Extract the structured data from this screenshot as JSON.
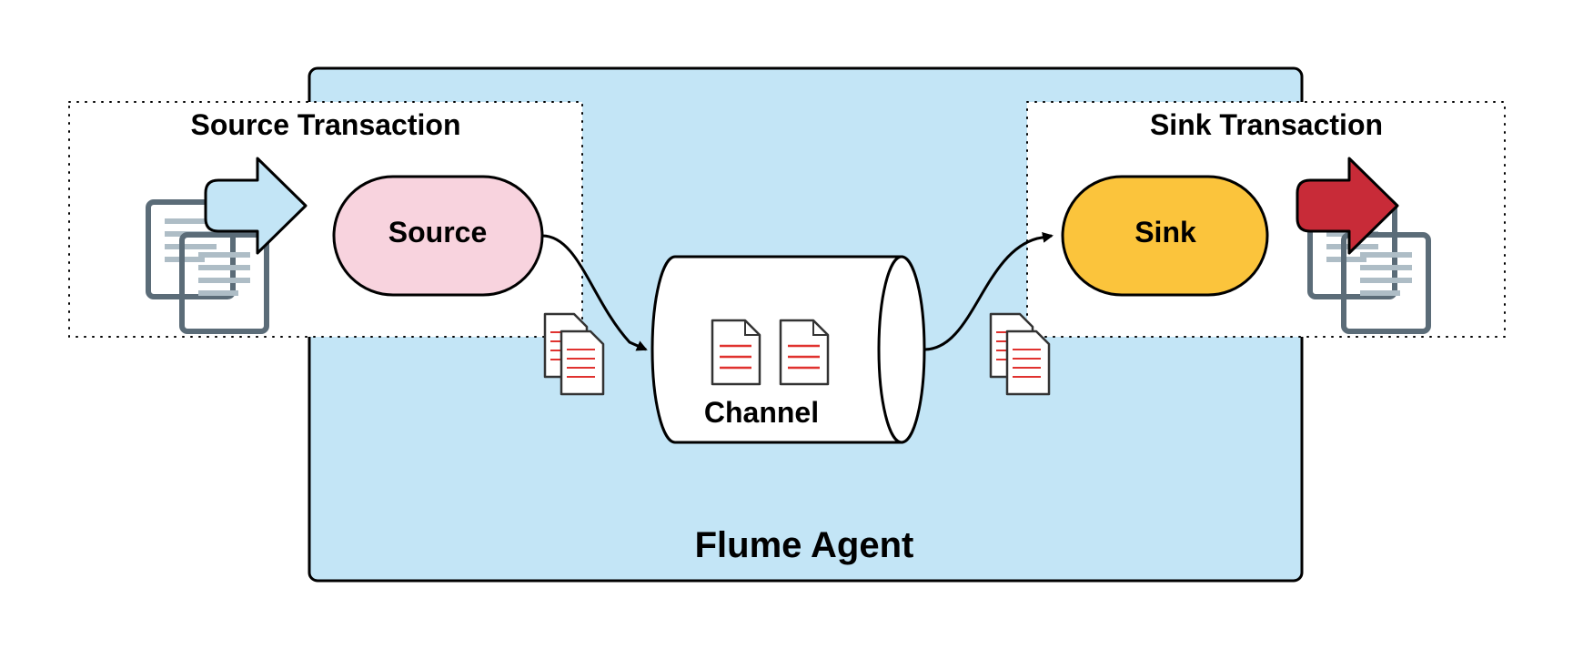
{
  "diagram": {
    "agent_label": "Flume Agent",
    "source_transaction_label": "Source Transaction",
    "sink_transaction_label": "Sink Transaction",
    "source_label": "Source",
    "channel_label": "Channel",
    "sink_label": "Sink"
  },
  "icons": {
    "incoming_documents": "documents-icon",
    "incoming_arrow": "arrow-right-icon",
    "outgoing_documents": "documents-icon",
    "outgoing_arrow": "arrow-right-icon",
    "event_between_source_channel": "event-files-icon",
    "event_between_channel_sink": "event-files-icon",
    "channel_files": "file-icon"
  },
  "colors": {
    "agent_fill": "#c3e5f6",
    "source_fill": "#f8d3de",
    "sink_fill": "#fbc43c",
    "incoming_arrow_fill": "#c3e5f6",
    "outgoing_arrow_fill": "#c82b38",
    "file_lines": "#e0322f",
    "doc_icon_stroke": "#5b6c78",
    "doc_icon_lines": "#aebdc6"
  }
}
